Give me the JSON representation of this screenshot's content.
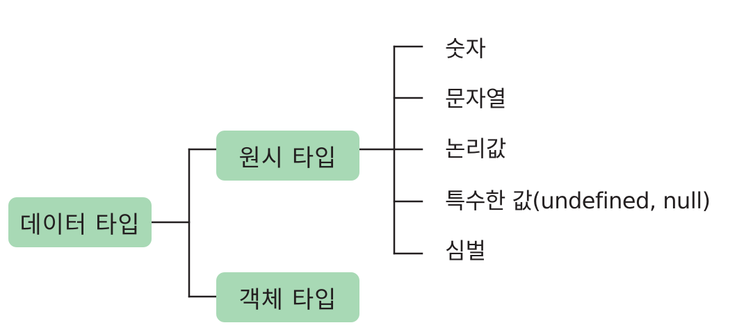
{
  "root": {
    "label": "데이터 타입"
  },
  "primitive": {
    "label": "원시 타입"
  },
  "object": {
    "label": "객체 타입"
  },
  "primitive_children": [
    {
      "label": "숫자"
    },
    {
      "label": "문자열"
    },
    {
      "label": "논리값"
    },
    {
      "label": "특수한 값(undefined, null)"
    },
    {
      "label": "심벌"
    }
  ],
  "colors": {
    "node_fill": "#a8d9b5",
    "line": "#231f20",
    "text": "#231f20"
  }
}
